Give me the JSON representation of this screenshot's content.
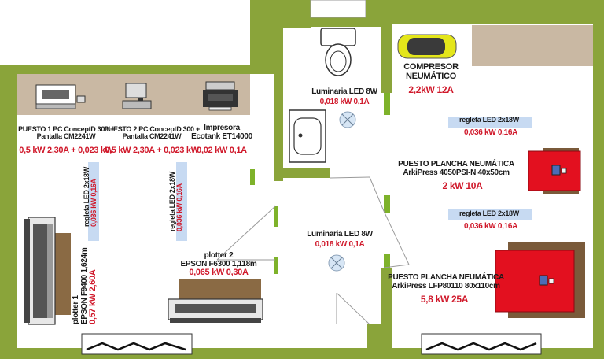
{
  "colors": {
    "wall": "#8aa43a",
    "floor": "#ffffff",
    "counter": "#c9b8a3",
    "led_strip": "#c7daf2",
    "press_red": "#e3101f",
    "press_shadow": "#7a5a3a",
    "compressor_yellow": "#e4e61a",
    "compressor_body": "#3a3a3a",
    "label_dark": "#1a1a1a",
    "label_red": "#d0192b"
  },
  "left_room": {
    "puesto1": {
      "line1": "PUESTO 1 PC  ConceptD 300 +",
      "line2": "Pantalla CM2241W",
      "power": "0,5 kW 2,30A + 0,023 kW"
    },
    "puesto2": {
      "line1": "PUESTO 2 PC  ConceptD 300 +",
      "line2": "Pantalla CM2241W",
      "power": "0,5 kW 2,30A + 0,023 kW"
    },
    "impresora": {
      "line1": "Impresora",
      "line2": "Ecotank ET14000",
      "power": "0,02 kW  0,1A"
    },
    "regleta1": {
      "label": "regleta LED  2x18W",
      "power": "0,036 kW 0,16A"
    },
    "regleta2": {
      "label": "regleta LED  2x18W",
      "power": "0,036 kW 0,16A"
    },
    "plotter1": {
      "line1": "plotter 1",
      "line2": "EPSON F9400  1,624m",
      "power": "0,57 kW 2,60A"
    },
    "plotter2": {
      "line1": "plotter 2",
      "line2": "EPSON F6300  1,118m",
      "power": "0,065 kW 0,30A"
    }
  },
  "middle": {
    "lum_top": {
      "label": "Luminaria LED  8W",
      "power": "0,018 kW 0,1A"
    },
    "lum_bottom": {
      "label": "Luminaria LED  8W",
      "power": "0,018 kW 0,1A"
    }
  },
  "right_room": {
    "compresor": {
      "line1": "COMPRESOR",
      "line2": "NEUMÁTICO",
      "power": "2,2kW  12A"
    },
    "regleta_top": {
      "label": "regleta LED  2x18W",
      "power": "0,036 kW 0,16A"
    },
    "plancha1": {
      "line1": "PUESTO PLANCHA  NEUMÁTICA",
      "line2": "ArkiPress 4050PSI-N 40x50cm",
      "power": "2 kW 10A"
    },
    "regleta_mid": {
      "label": "regleta LED  2x18W",
      "power": "0,036 kW 0,16A"
    },
    "plancha2": {
      "line1": "PUESTO PLANCHA  NEUMÁTICA",
      "line2": "ArkiPress LFP80110 80x110cm",
      "power": "5,8 kW 25A"
    }
  }
}
